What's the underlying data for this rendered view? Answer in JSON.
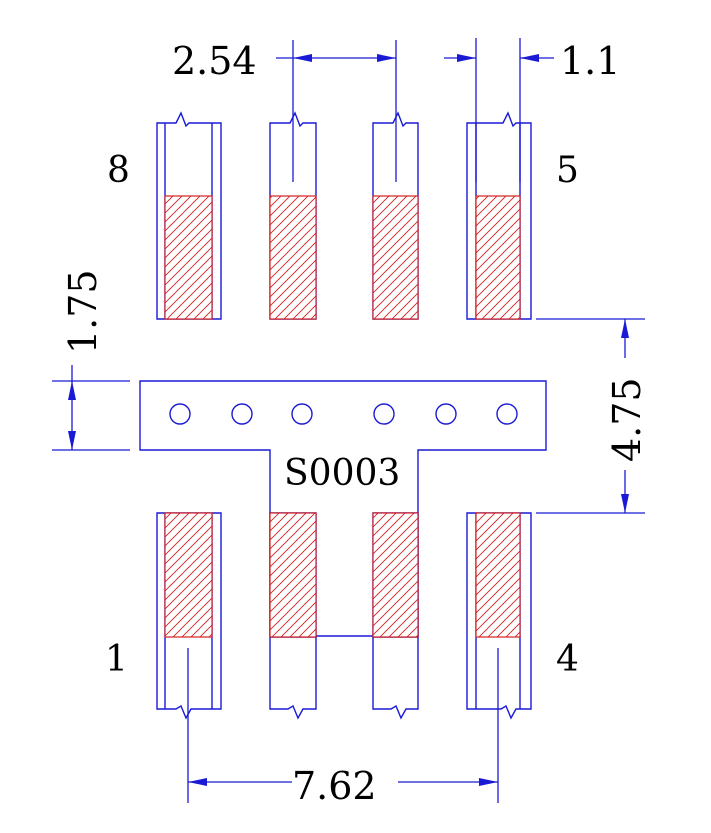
{
  "dimensions": {
    "pitch": "2.54",
    "lead_width": "1.1",
    "body_height": "1.75",
    "pad_gap": "4.75",
    "row_span": "7.62"
  },
  "pin_labels": {
    "top_left": "8",
    "top_right": "5",
    "bottom_left": "1",
    "bottom_right": "4"
  },
  "part_name": "S0003",
  "colors": {
    "outline": "#1a1ad6",
    "pad_hatch": "#d42020",
    "text": "#000000"
  }
}
